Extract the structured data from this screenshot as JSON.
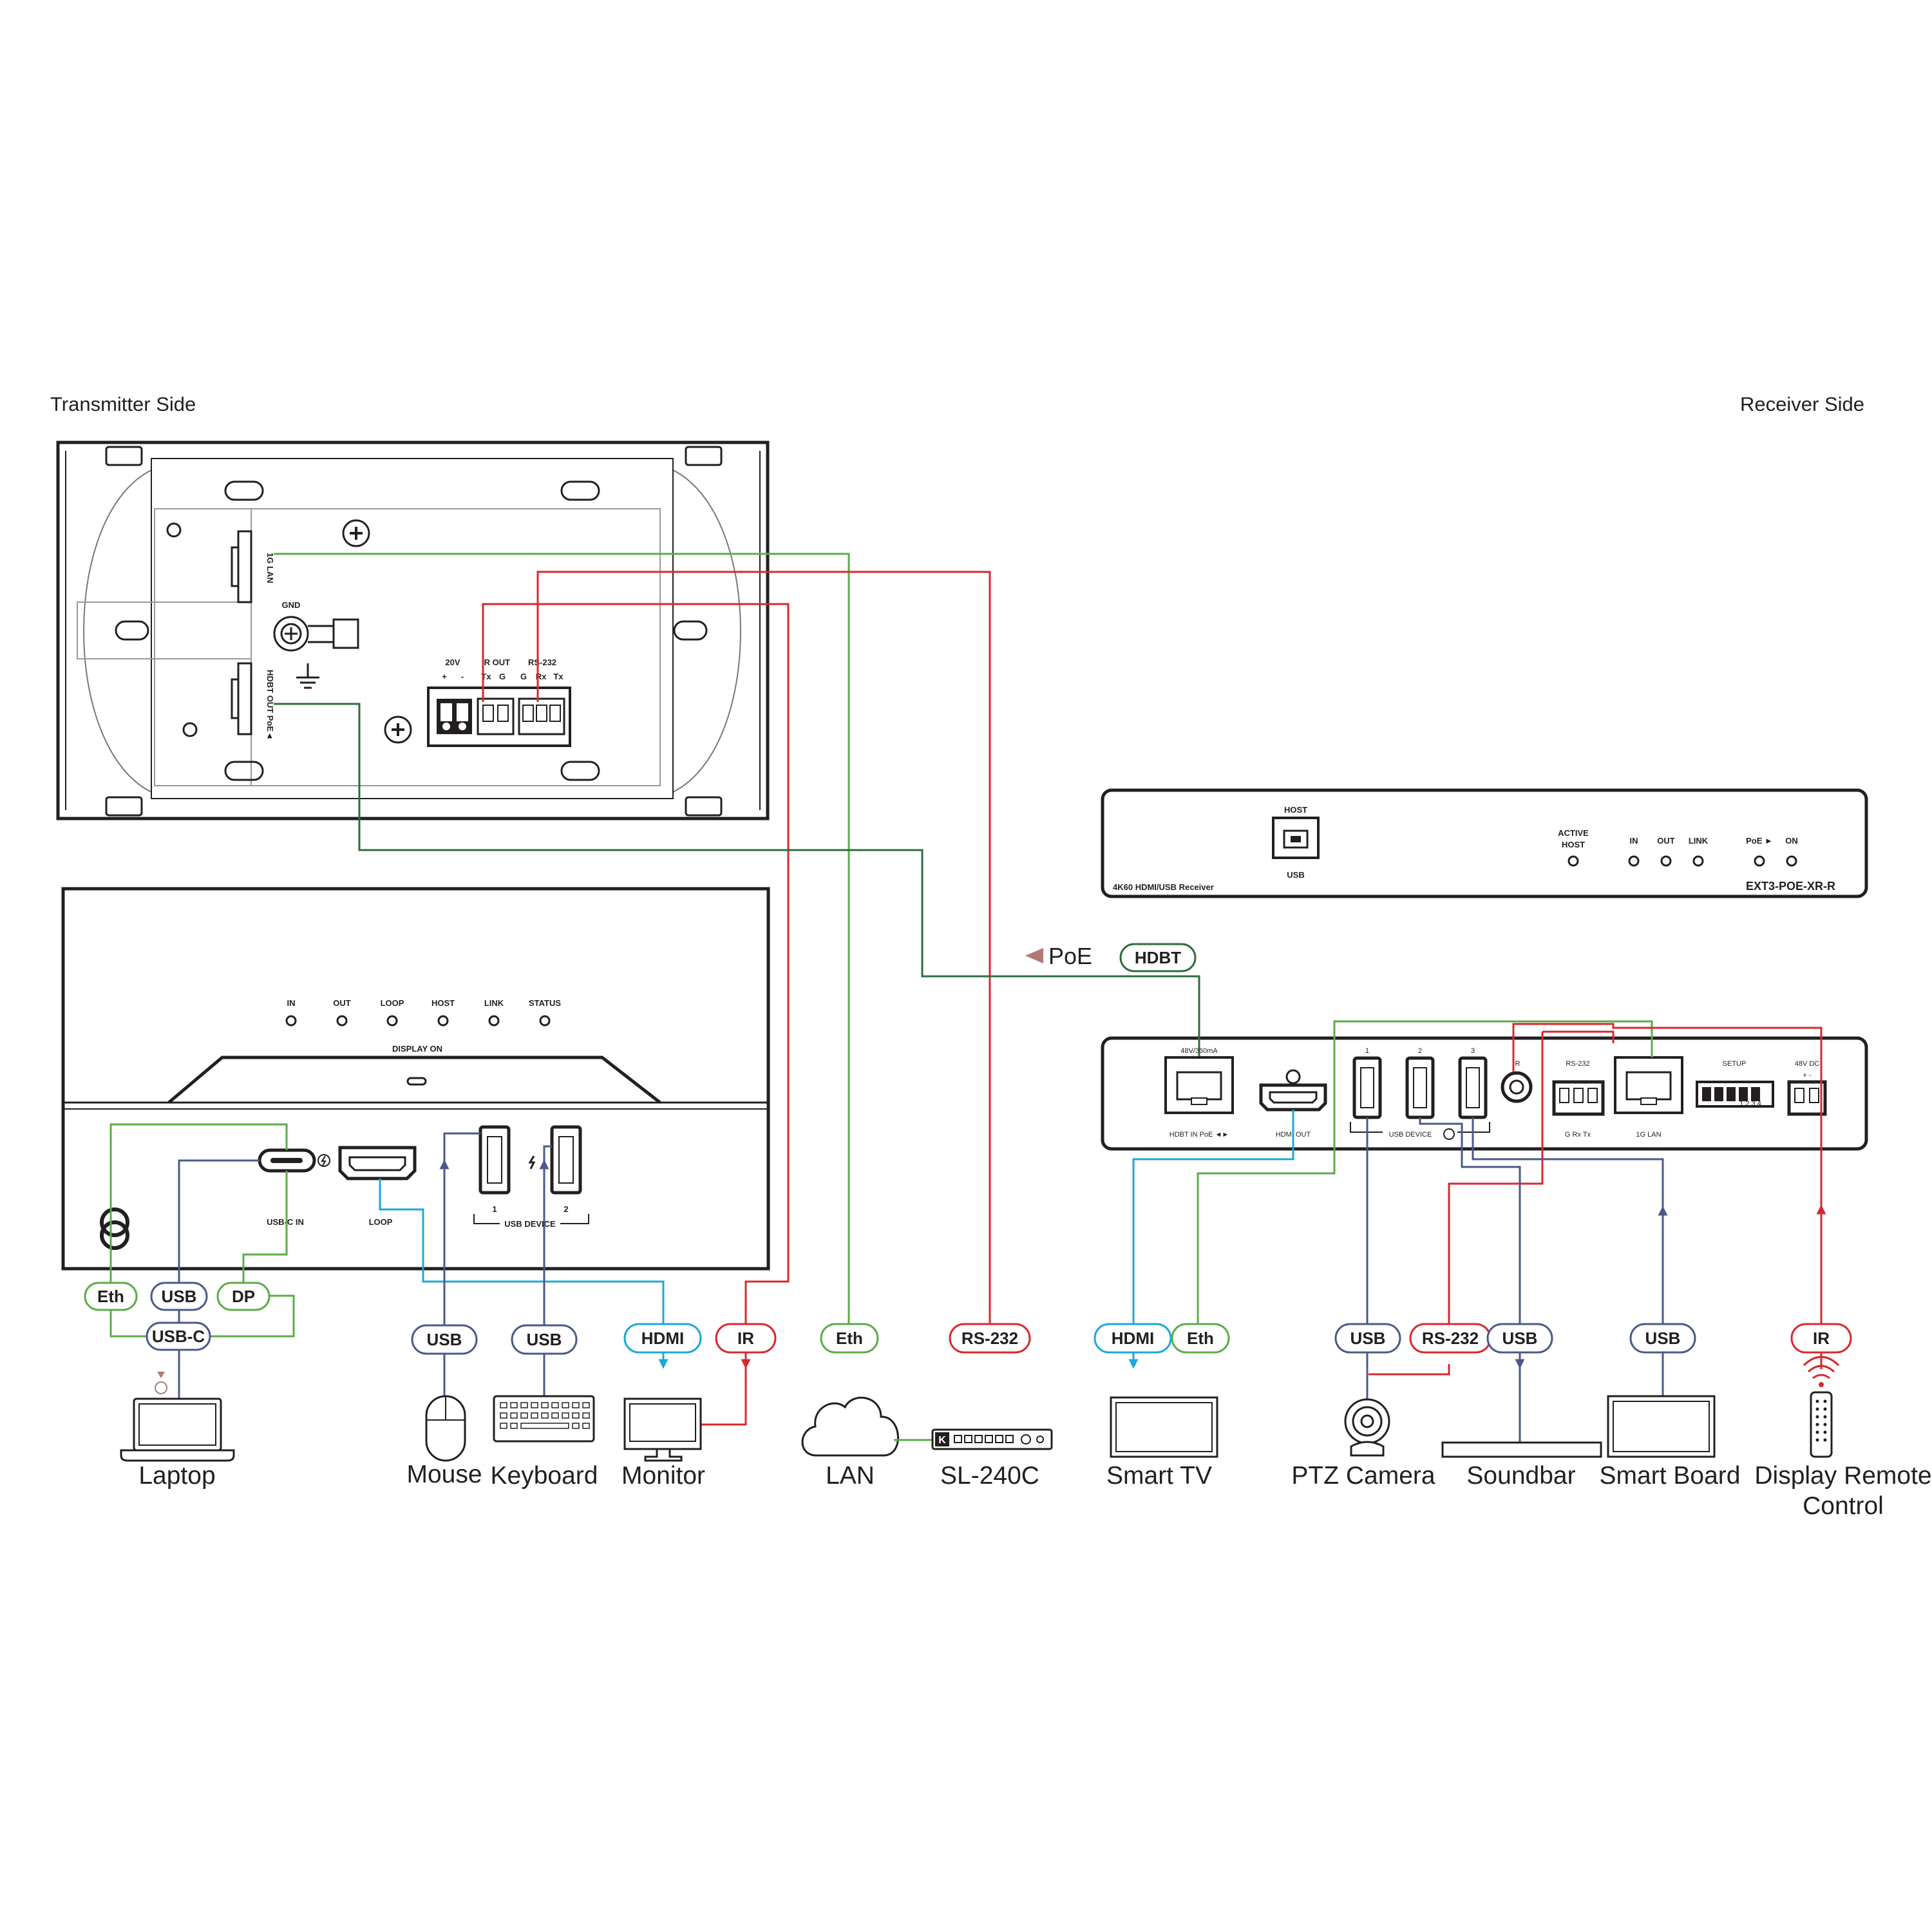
{
  "titles": {
    "transmitter": "Transmitter Side",
    "receiver": "Receiver Side"
  },
  "transmitter_wall": {
    "lan": "1G LAN",
    "gnd": "GND",
    "hdbt_out": "HDBT OUT PoE◄",
    "v20": "20V",
    "ir_out": "IR OUT",
    "rs232": "RS-232",
    "plus": "+",
    "minus": "-",
    "tx": "Tx",
    "g": "G",
    "g2": "G",
    "rx": "Rx",
    "tx2": "Tx"
  },
  "transmitter_front": {
    "leds": [
      "IN",
      "OUT",
      "LOOP",
      "HOST",
      "LINK",
      "STATUS"
    ],
    "display_on": "DISPLAY ON",
    "usbc_in": "USB-C IN",
    "loop": "LOOP",
    "usb_device": "USB DEVICE",
    "port1": "1",
    "port2": "2"
  },
  "receiver_front": {
    "host": "HOST",
    "usb": "USB",
    "active_host_1": "ACTIVE",
    "active_host_2": "HOST",
    "in": "IN",
    "out": "OUT",
    "link": "LINK",
    "poe": "PoE ►",
    "on": "ON",
    "model_desc": "4K60 HDMI/USB Receiver",
    "model": "EXT3-POE-XR-R"
  },
  "receiver_rear": {
    "hdbt_power": "48V/360mA",
    "hdbt_in": "HDBT IN PoE ◄►",
    "hdmi_out": "HDMI OUT",
    "usb1": "1",
    "usb2": "2",
    "usb3": "3",
    "usb_device": "USB DEVICE",
    "ir": "IR",
    "rs232": "RS-232",
    "rs232_pins": "G  Rx  Tx",
    "lan": "1G LAN",
    "setup": "SETUP",
    "setup_nums": "1  2  3  4",
    "dc": "48V DC",
    "dc_pins": "+   -"
  },
  "link": {
    "poe": "PoE",
    "hdbt": "HDBT"
  },
  "tags": {
    "eth_laptop": "Eth",
    "usb_laptop": "USB",
    "dp_laptop": "DP",
    "usbc_laptop": "USB-C",
    "usb_mouse": "USB",
    "usb_keyboard": "USB",
    "hdmi_monitor": "HDMI",
    "ir_monitor": "IR",
    "eth_lan": "Eth",
    "rs232_sl": "RS-232",
    "hdmi_tv": "HDMI",
    "eth_tv": "Eth",
    "usb_camera": "USB",
    "rs232_camera": "RS-232",
    "usb_soundbar": "USB",
    "usb_board": "USB",
    "ir_remote": "IR"
  },
  "devices": {
    "laptop": "Laptop",
    "mouse": "Mouse",
    "keyboard": "Keyboard",
    "monitor": "Monitor",
    "lan": "LAN",
    "sl240c": "SL-240C",
    "smart_tv": "Smart TV",
    "ptz_camera": "PTZ Camera",
    "soundbar": "Soundbar",
    "smart_board": "Smart Board",
    "remote_1": "Display Remote",
    "remote_2": "Control",
    "sl_logo": "K"
  },
  "colors": {
    "ethernet": "#5aac47",
    "usb": "#4a5a87",
    "displayport": "#5aac47",
    "hdmi": "#1ba8d8",
    "ir": "#d7282f",
    "rs232": "#d7282f",
    "hdbt": "#2f6b3d",
    "outline": "#231f20"
  }
}
